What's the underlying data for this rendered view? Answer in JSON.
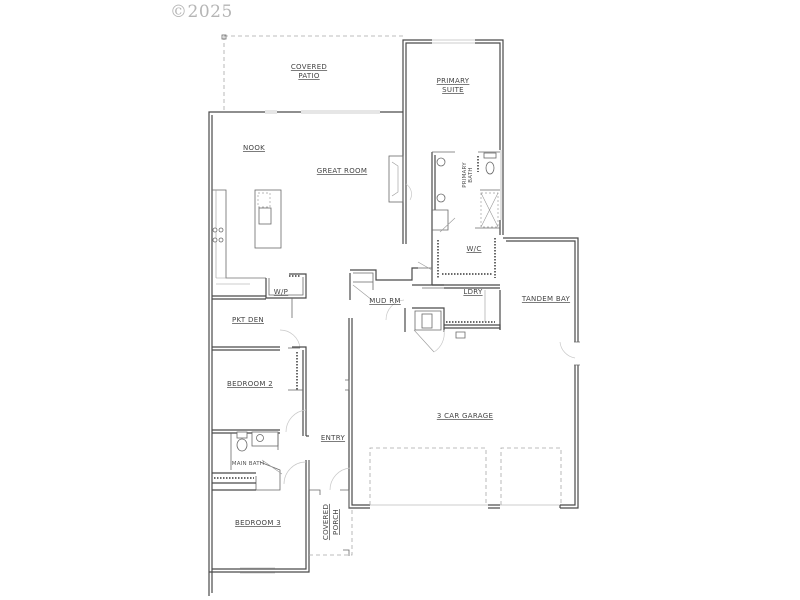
{
  "watermark": {
    "copyright": "©2025"
  },
  "floor_plan": {
    "rooms": {
      "covered_patio": [
        "COVERED",
        "PATIO"
      ],
      "primary_suite": [
        "PRIMARY",
        "SUITE"
      ],
      "nook": "NOOK",
      "great_room": "GREAT ROOM",
      "primary_bath": [
        "PRIMARY",
        "BATH"
      ],
      "wic": "W/C",
      "wip": "W/P",
      "mud_rm": "MUD RM",
      "ldry": "LDRY",
      "tandem_bay": "TANDEM BAY",
      "pkt_den": "PKT DEN",
      "bedroom_2": "BEDROOM 2",
      "bedroom_3": "BEDROOM 3",
      "main_bath": "MAIN BATH",
      "entry": "ENTRY",
      "three_car_garage": "3 CAR GARAGE",
      "covered_porch": [
        "COVERED",
        "PORCH"
      ]
    },
    "colors": {
      "wall": "#4a4a4a",
      "background": "#ffffff",
      "dashed": "#a8a8a8"
    }
  }
}
